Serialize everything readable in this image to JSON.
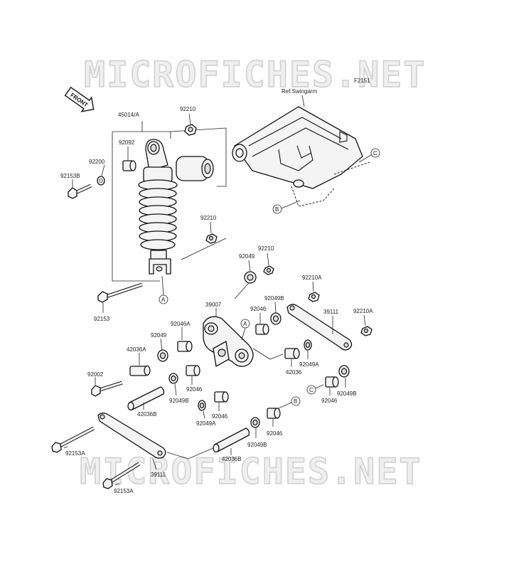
{
  "diagram": {
    "ref_code": "F2151",
    "ref_note": "Ref.Swingarm",
    "front_label": "FRONT",
    "watermark": "MICROFICHES.NET",
    "callouts": {
      "a": "A",
      "b": "B",
      "c": "C"
    },
    "labels": {
      "p45014A": "45014/A",
      "p92210_top": "92210",
      "p92092": "92092",
      "p92200": "92200",
      "p92153B": "92153B",
      "p92210_mid": "92210",
      "p92153": "92153",
      "p92049_top": "92049",
      "p92210_right": "92210",
      "p92210A_top": "92210A",
      "p39007": "39007",
      "p92049B_top": "92049B",
      "p92046_top": "92046",
      "p39111_right": "39111",
      "p92210A_right": "92210A",
      "p92046A": "92046A",
      "p92049_left": "92049",
      "p42036A": "42036A",
      "p92002": "92002",
      "p92046_mid": "92046",
      "p92049B_left": "92049B",
      "p42036B_left": "42036B",
      "p92049A_right": "92049A",
      "p42036": "42036",
      "p92049B_right": "92049B",
      "p92046_right": "92046",
      "p92046_low": "92046",
      "p92049A_low": "92049A",
      "p92046_bottom": "92046",
      "p92049B_bottom": "92049B",
      "p42036B_bottom": "42036B",
      "p92153A_left": "92153A",
      "p39111_bottom": "39111",
      "p92153A_bottom": "92153A"
    }
  }
}
